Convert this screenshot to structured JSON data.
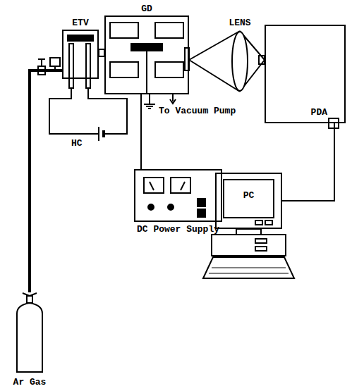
{
  "diagram": {
    "nodes": [
      {
        "text": [
          "ETV"
        ]
      },
      {
        "text": [
          "GD"
        ]
      },
      {
        "text": [
          "LENS"
        ]
      },
      {
        "text": [
          "PDA"
        ]
      },
      {
        "text": [
          "DC Power Supply"
        ]
      },
      {
        "text": [
          "PC"
        ]
      },
      {
        "text": [
          "Ar Gas"
        ]
      }
    ],
    "edges": [
      {
        "from": 6,
        "to": 0,
        "arrow": "none"
      },
      {
        "from": 1,
        "to": 2,
        "arrow": "none"
      },
      {
        "from": 2,
        "to": 3,
        "arrow": "none"
      },
      {
        "from": 4,
        "to": 1,
        "arrow": "none"
      },
      {
        "from": 3,
        "to": 5,
        "arrow": "none"
      }
    ],
    "labels": [
      "HC",
      "To Vacuum Pump"
    ]
  }
}
